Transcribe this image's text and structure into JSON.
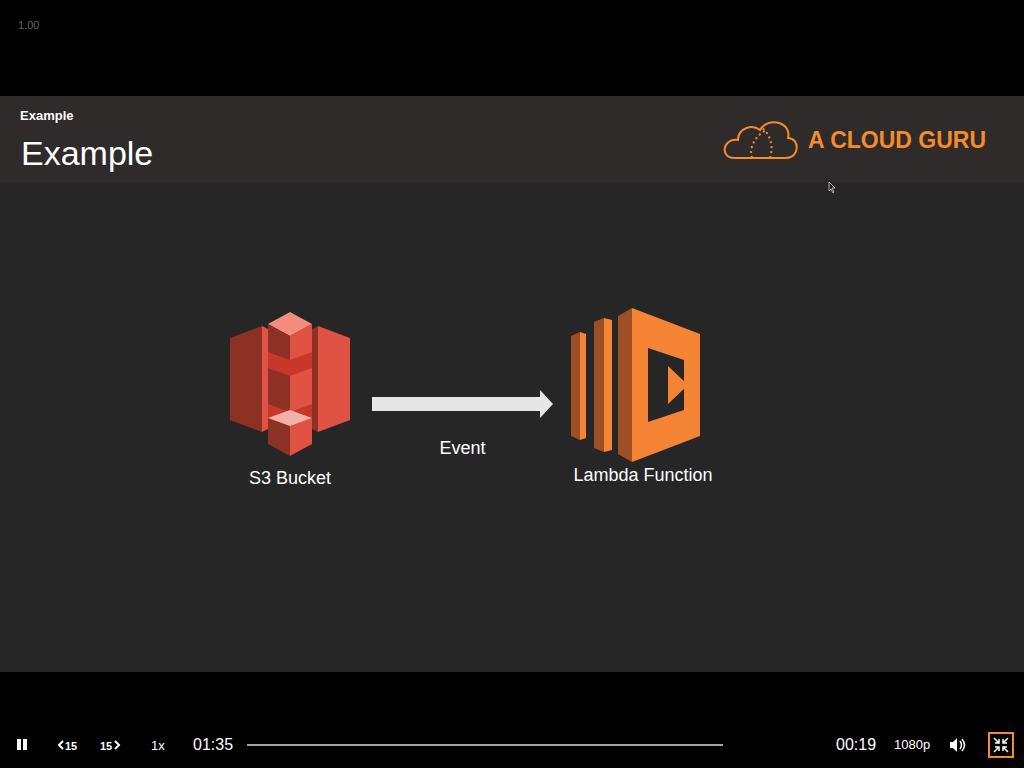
{
  "diagram": {
    "title": "Example",
    "nodes": [
      {
        "text": [
          "S3 Bucket"
        ]
      },
      {
        "text": [
          "Lambda Function"
        ]
      }
    ],
    "edges": [
      {
        "from": 0,
        "to": 1,
        "arrow": "to",
        "label": "Event"
      }
    ],
    "labels": [
      "1.00",
      "Example",
      "A CLOUD GURU",
      "15",
      "15",
      "1x",
      "01:35",
      "00:19",
      "1080p"
    ]
  }
}
